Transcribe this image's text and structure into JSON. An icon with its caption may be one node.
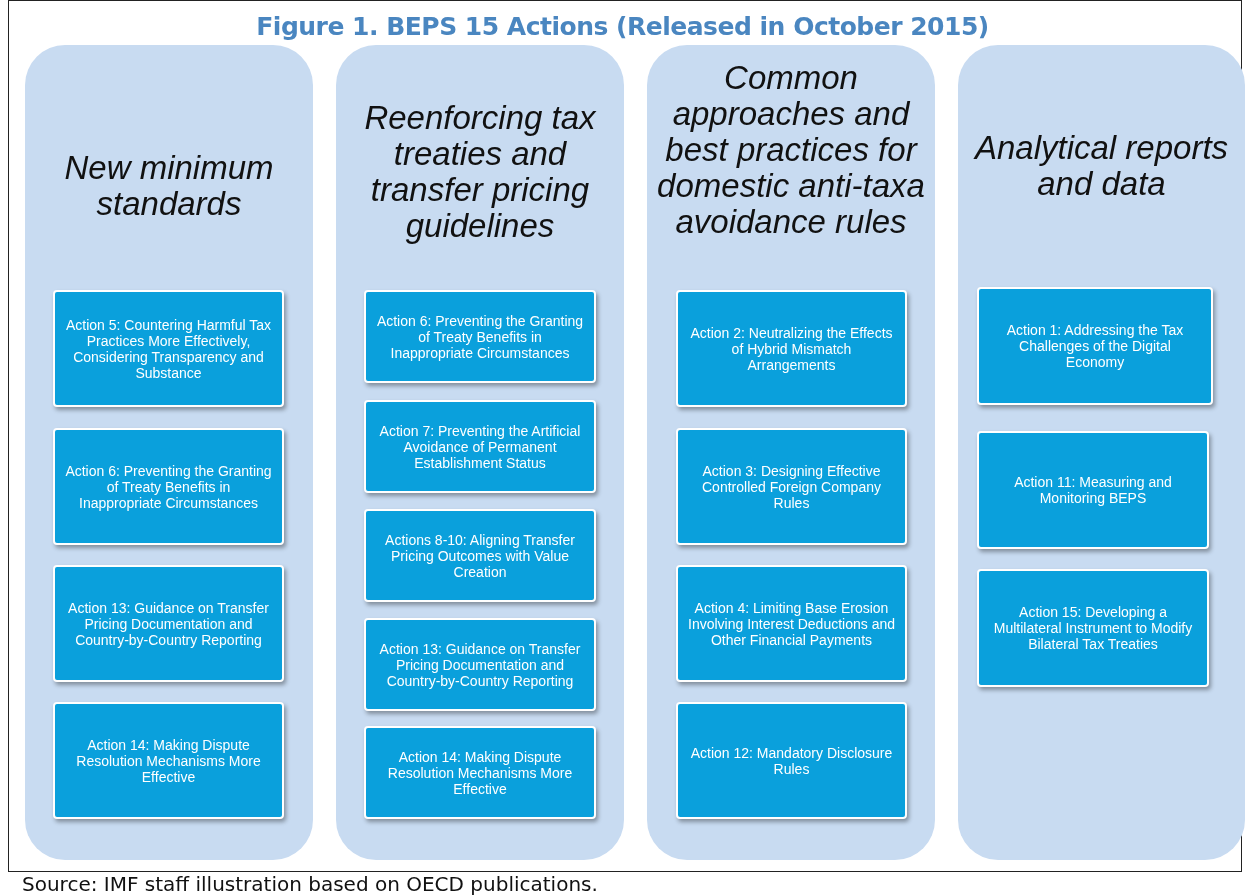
{
  "diagram": {
    "title": "Figure 1. BEPS 15 Actions (Released in October 2015)",
    "caption": "Source: IMF staff illustration based on OECD publications.",
    "nodes": [
      {
        "text": [
          "New minimum standards"
        ]
      },
      {
        "text": [
          "Action 5: Countering Harmful Tax Practices More Effectively, Considering Transparency and Substance"
        ],
        "in": 0
      },
      {
        "text": [
          "Action 6: Preventing the Granting of Treaty Benefits in Inappropriate Circumstances"
        ],
        "in": 0
      },
      {
        "text": [
          "Action 13: Guidance on Transfer Pricing Documentation and Country-by-Country Reporting"
        ],
        "in": 0
      },
      {
        "text": [
          "Action 14: Making Dispute Resolution Mechanisms More Effective"
        ],
        "in": 0
      },
      {
        "text": [
          "Reenforcing tax treaties and transfer pricing guidelines"
        ]
      },
      {
        "text": [
          "Action 6: Preventing the Granting of Treaty Benefits in Inappropriate Circumstances"
        ],
        "in": 5
      },
      {
        "text": [
          "Action 7: Preventing the Artificial Avoidance of Permanent Establishment Status"
        ],
        "in": 5
      },
      {
        "text": [
          "Actions 8-10: Aligning Transfer Pricing Outcomes with Value Creation"
        ],
        "in": 5
      },
      {
        "text": [
          "Action 13: Guidance on Transfer Pricing Documentation and Country-by-Country Reporting"
        ],
        "in": 5
      },
      {
        "text": [
          "Action 14: Making Dispute Resolution Mechanisms More Effective"
        ],
        "in": 5
      },
      {
        "text": [
          "Common approaches and best practices for domestic anti-taxa avoidance rules"
        ]
      },
      {
        "text": [
          "Action 2: Neutralizing the Effects of Hybrid Mismatch Arrangements"
        ],
        "in": 11
      },
      {
        "text": [
          "Action 3: Designing Effective Controlled Foreign Company Rules"
        ],
        "in": 11
      },
      {
        "text": [
          "Action 4: Limiting Base Erosion Involving Interest Deductions and Other Financial Payments"
        ],
        "in": 11
      },
      {
        "text": [
          "Action 12: Mandatory Disclosure Rules"
        ],
        "in": 11
      },
      {
        "text": [
          "Analytical reports and data"
        ]
      },
      {
        "text": [
          "Action 1: Addressing the Tax Challenges of the Digital Economy"
        ],
        "in": 16
      },
      {
        "text": [
          "Action 11: Measuring and Monitoring BEPS"
        ],
        "in": 16
      },
      {
        "text": [
          "Action 15: Developing a Multilateral Instrument to Modify Bilateral Tax Treaties"
        ],
        "in": 16
      }
    ],
    "edges": []
  }
}
